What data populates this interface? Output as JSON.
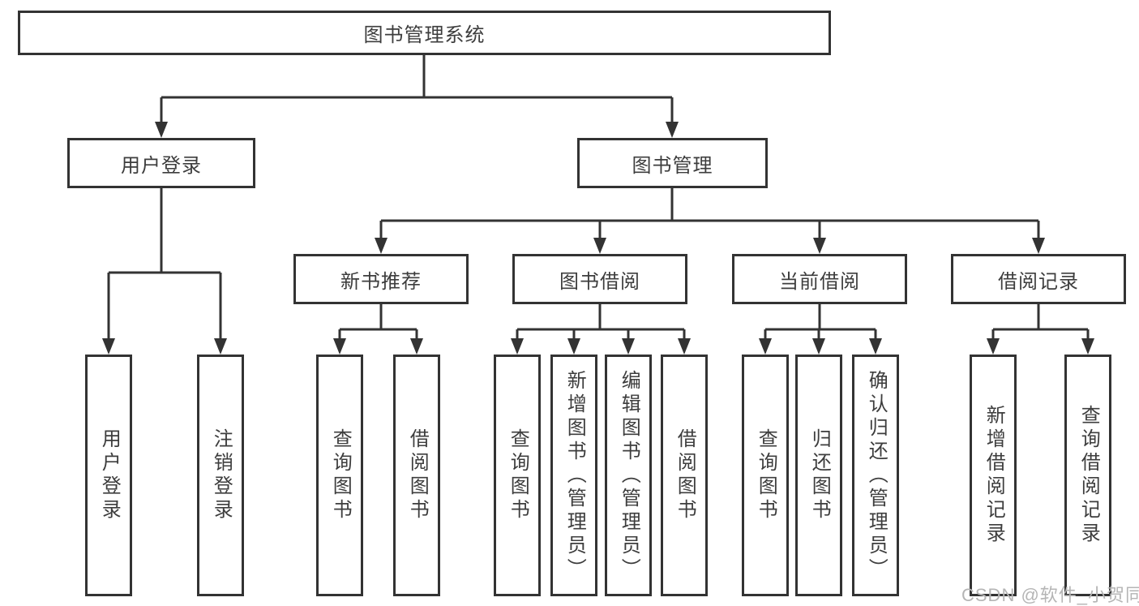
{
  "diagram_title": "图书管理系统",
  "colors": {
    "line": "#333333",
    "text": "#3d3d3d",
    "background": "#ffffff",
    "watermark": "#b5b5b5"
  },
  "nodes": {
    "root": "图书管理系统",
    "login": "用户登录",
    "manage": "图书管理",
    "recommend": "新书推荐",
    "borrow": "图书借阅",
    "current": "当前借阅",
    "records": "借阅记录",
    "login_children": [
      "用户登录",
      "注销登录"
    ],
    "recommend_children": [
      "查询图书",
      "借阅图书"
    ],
    "borrow_children": [
      "查询图书",
      "新增图书（管理员）",
      "编辑图书（管理员）",
      "借阅图书"
    ],
    "current_children": [
      "查询图书",
      "归还图书",
      "确认归还（管理员）"
    ],
    "records_children": [
      "新增借阅记录",
      "查询借阅记录"
    ]
  },
  "watermark": "CSDN @软件_小贺同学"
}
